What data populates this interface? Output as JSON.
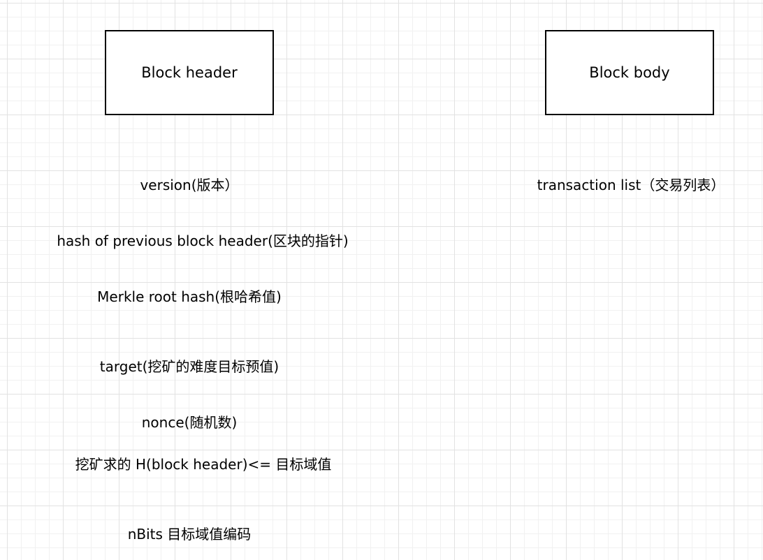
{
  "header_box": {
    "label": "Block header"
  },
  "body_box": {
    "label": "Block body"
  },
  "header_fields": [
    "version(版本）",
    "hash of previous block header(区块的指针)",
    "Merkle root hash(根哈希值)",
    "target(挖矿的难度目标预值)",
    "nonce(随机数)",
    "挖矿求的 H(block header)<= 目标域值",
    "nBits 目标域值编码"
  ],
  "body_fields": [
    "transaction list（交易列表）"
  ]
}
